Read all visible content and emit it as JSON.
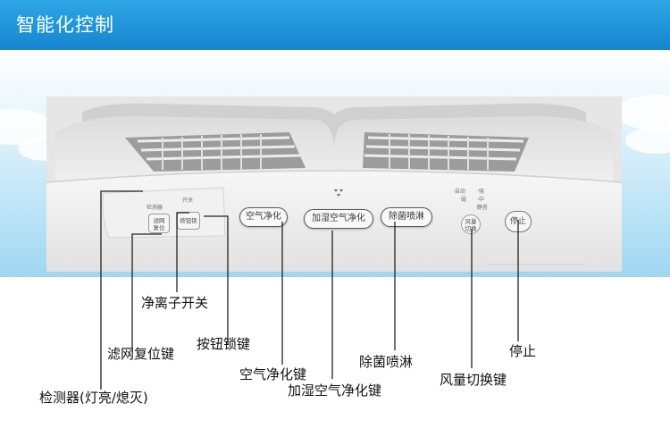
{
  "header": {
    "title": "智能化控制"
  },
  "panel": {
    "sensor_label": "检测器",
    "filter_reset_label": "滤网\n复位",
    "ion_label": "开关",
    "lock_label": "按钮锁",
    "air_purify_btn": "空气净化",
    "humidify_btn": "加湿空气净化",
    "sterilize_btn": "除菌喷淋",
    "speed_btn": "风量\n切换",
    "stop_btn": "停止",
    "speed_levels": [
      "·自动",
      "·强",
      "·中",
      "·弱",
      "·静音"
    ]
  },
  "callouts": {
    "ion_switch": "净离子开关",
    "filter_reset": "滤网复位键",
    "button_lock": "按钮锁键",
    "air_purify": "空气净化键",
    "humidify_purify": "加湿空气净化键",
    "sterilize_spray": "除菌喷淋",
    "fan_speed": "风量切换键",
    "stop": "停止",
    "detector": "检测器(灯亮/熄灭)"
  }
}
